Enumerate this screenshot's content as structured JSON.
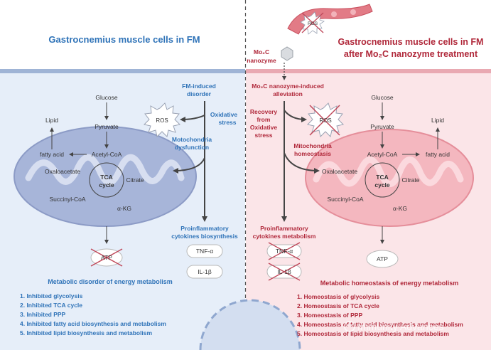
{
  "left": {
    "title": "Gastrocnemius muscle cells in FM",
    "disorder_label_1": "FM-induced",
    "disorder_label_2": "disorder",
    "oxidative_1": "Oxidative",
    "oxidative_2": "stress",
    "mito_dys_1": "Motochondria",
    "mito_dys_2": "dysfunction",
    "proinf_1": "Proinflammatory",
    "proinf_2": "cytokines biosynthesis",
    "ros": "ROS",
    "glucose": "Glucose",
    "pyruvate": "Pyruvate",
    "lipid": "Lipid",
    "fatty_acid": "fatty acid",
    "acetyl": "Acetyl-CoA",
    "oxaloacetate": "Oxaloacetate",
    "citrate": "Citrate",
    "tca_1": "TCA",
    "tca_2": "cycle",
    "succinyl": "Succinyl-CoA",
    "akg": "α-KG",
    "atp": "ATP",
    "tnf": "TNF-α",
    "il1b": "IL-1β",
    "summary_title": "Metabolic disorder of energy metabolism",
    "summary_items": [
      "1. Inhibited glycolysis",
      "2. Inhibited TCA cycle",
      "3. Inhibited PPP",
      "4. Inhibited fatty acid biosynthesis and metabolism",
      "5. Inhibited lipid biosynthesis and metabolism"
    ]
  },
  "right": {
    "title_1": "Gastrocnemius muscle cells in FM",
    "title_2": "after Mo₂C nanozyme treatment",
    "nanozyme_1": "Mo₂C",
    "nanozyme_2": "nanozyme",
    "alleviation_1": "Mo₂C nanozyme-induced",
    "alleviation_2": "alleviation",
    "recovery_1": "Recovery",
    "recovery_2": "from",
    "recovery_3": "Oxidative",
    "recovery_4": "stress",
    "mito_homeo_1": "Mitochondria",
    "mito_homeo_2": "homeostasis",
    "proinf_1": "Proinflammatory",
    "proinf_2": "cytokines metabolism",
    "ros": "ROS",
    "vessel_ros": "ROS",
    "glucose": "Glucose",
    "pyruvate": "Pyruvate",
    "lipid": "Lipid",
    "fatty_acid": "fatty acid",
    "acetyl": "Acetyl-CoA",
    "oxaloacetate": "Oxaloacetate",
    "citrate": "Citrate",
    "tca_1": "TCA",
    "tca_2": "cycle",
    "succinyl": "Succinyl-CoA",
    "akg": "α-KG",
    "atp": "ATP",
    "tnf": "TNF-α",
    "il1b": "IL-1β",
    "summary_title": "Metabolic homeostasis of energy metabolism",
    "summary_items": [
      "1. Homeostasis of glycolysis",
      "2. Homeostasis of TCA cycle",
      "3. Homeostasis of PPP",
      "4. Homeostasis of fatty acid biosynthesis and metabolism",
      "5. Homeostasis of lipid biosynthesis and metabolism"
    ]
  },
  "watermark": "Immunity Advances",
  "colors": {
    "left_accent": "#2f73b8",
    "right_accent": "#b0283a",
    "left_bg": "#e6eef9",
    "right_bg": "#fbe5e8"
  }
}
